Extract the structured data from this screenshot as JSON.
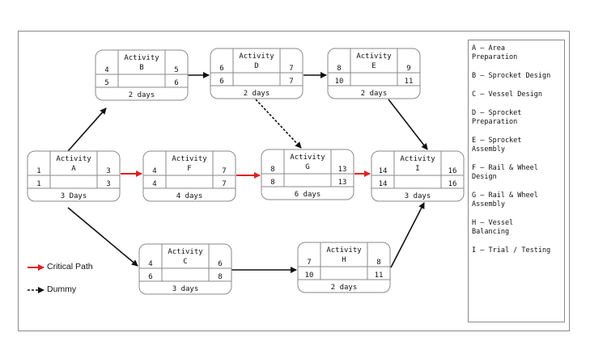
{
  "activities": [
    {
      "id": "A",
      "label": "Activity",
      "letter": "A",
      "es": "1",
      "ef": "3",
      "ls": "1",
      "lf": "3",
      "duration": "3 Days"
    },
    {
      "id": "B",
      "label": "Activity",
      "letter": "B",
      "es": "4",
      "ef": "5",
      "ls": "5",
      "lf": "6",
      "duration": "2 days"
    },
    {
      "id": "D",
      "label": "Activity",
      "letter": "D",
      "es": "6",
      "ef": "7",
      "ls": "6",
      "lf": "7",
      "duration": "2 days"
    },
    {
      "id": "E",
      "label": "Activity",
      "letter": "E",
      "es": "8",
      "ef": "9",
      "ls": "10",
      "lf": "11",
      "duration": "2 days"
    },
    {
      "id": "F",
      "label": "Activity",
      "letter": "F",
      "es": "4",
      "ef": "7",
      "ls": "4",
      "lf": "7",
      "duration": "4 days"
    },
    {
      "id": "G",
      "label": "Activity",
      "letter": "G",
      "es": "8",
      "ef": "13",
      "ls": "8",
      "lf": "13",
      "duration": "6 days"
    },
    {
      "id": "I",
      "label": "Activity",
      "letter": "I",
      "es": "14",
      "ef": "16",
      "ls": "14",
      "lf": "16",
      "duration": "3 days"
    },
    {
      "id": "C",
      "label": "Activity",
      "letter": "C",
      "es": "4",
      "ef": "6",
      "ls": "6",
      "lf": "8",
      "duration": "3 days"
    },
    {
      "id": "H",
      "label": "Activity",
      "letter": "H",
      "es": "7",
      "ef": "8",
      "ls": "10",
      "lf": "11",
      "duration": "2 days"
    }
  ],
  "edges": [
    {
      "from": "A",
      "to": "B",
      "style": "normal"
    },
    {
      "from": "B",
      "to": "D",
      "style": "normal"
    },
    {
      "from": "D",
      "to": "E",
      "style": "normal"
    },
    {
      "from": "D",
      "to": "G",
      "style": "dummy"
    },
    {
      "from": "E",
      "to": "I",
      "style": "normal"
    },
    {
      "from": "A",
      "to": "F",
      "style": "critical"
    },
    {
      "from": "F",
      "to": "G",
      "style": "critical"
    },
    {
      "from": "G",
      "to": "I",
      "style": "critical"
    },
    {
      "from": "A",
      "to": "C",
      "style": "normal"
    },
    {
      "from": "C",
      "to": "H",
      "style": "normal"
    },
    {
      "from": "H",
      "to": "I",
      "style": "normal"
    }
  ],
  "legend": [
    "A – Area\nPreparation",
    "B – Sprocket Design",
    "C – Vessel Design",
    "D – Sprocket\nPreparation",
    "E – Sprocket\nAssembly",
    "F – Rail & Wheel\nDesign",
    "G – Rail & Wheel\nAssembly",
    "H – Vessel\nBalancing",
    "I – Trial / Testing"
  ],
  "key": {
    "critical_label": "Critical Path",
    "dummy_label": "Dummy"
  },
  "colors": {
    "critical": "#e02020",
    "normal": "#111111",
    "box_border": "#8a8a8a"
  }
}
